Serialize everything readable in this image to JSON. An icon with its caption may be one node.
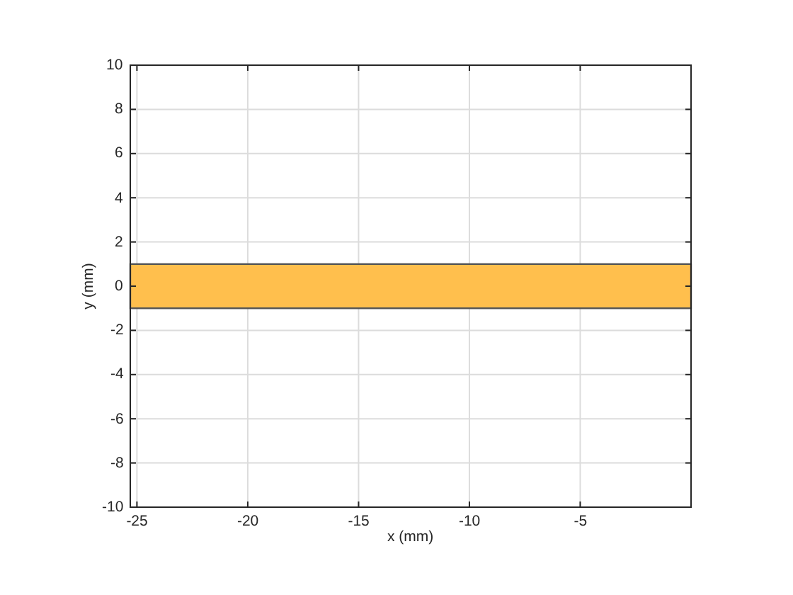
{
  "diagram": {
    "nodes": [
      {
        "text": [],
        "shape": "box"
      }
    ],
    "labels": [
      "10",
      "8",
      "6",
      "4",
      "2",
      "0",
      "-2",
      "-4",
      "-6",
      "-8",
      "-10",
      "-25",
      "-20",
      "-15",
      "-10",
      "-5",
      "x (mm)",
      "y (mm)"
    ]
  }
}
